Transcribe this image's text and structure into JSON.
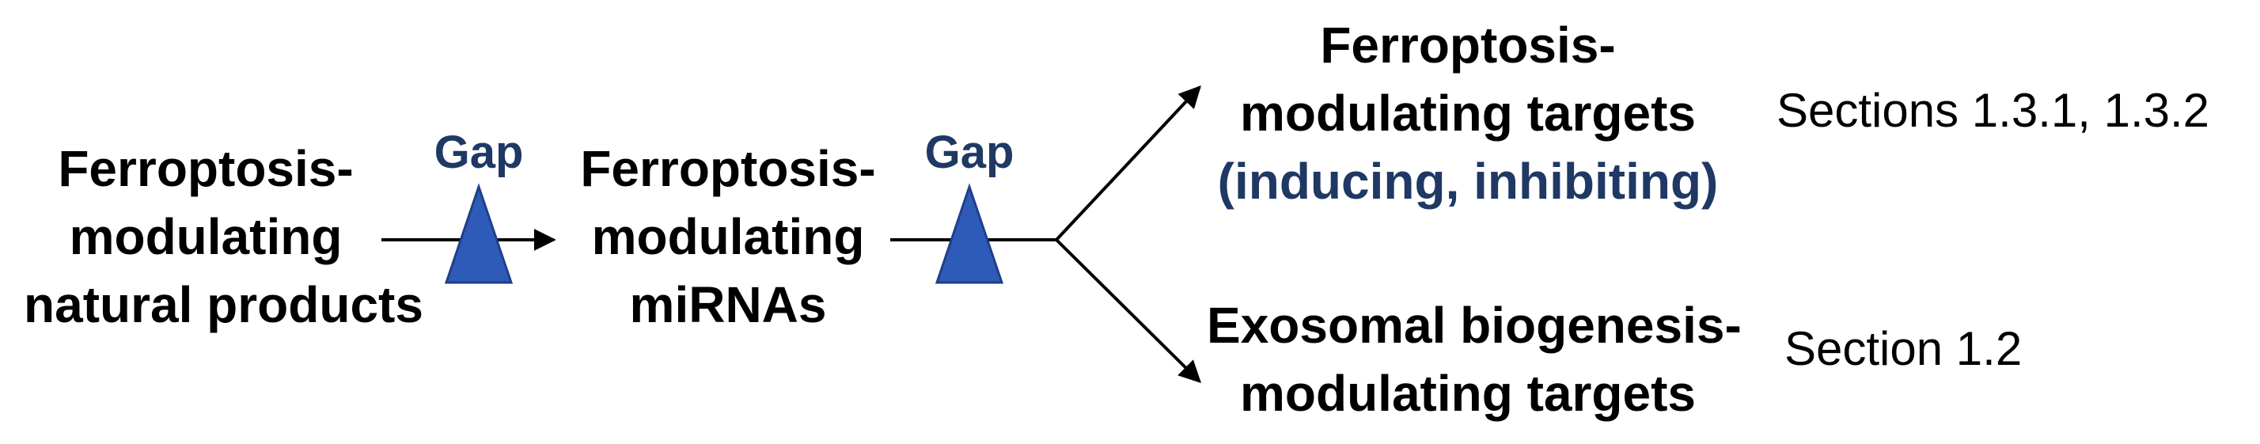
{
  "diagram": {
    "nodes": {
      "natural_products": {
        "lines": [
          "Ferroptosis-",
          "modulating",
          "natural products"
        ]
      },
      "mirnas": {
        "lines": [
          "Ferroptosis-",
          "modulating",
          "miRNAs"
        ]
      },
      "ferroptosis_targets": {
        "lines": [
          "Ferroptosis-",
          "modulating targets"
        ],
        "sub": "(inducing, inhibiting)"
      },
      "exosomal_targets": {
        "lines": [
          "Exosomal biogenesis-",
          "modulating targets"
        ]
      }
    },
    "gaps": {
      "gap1": "Gap",
      "gap2": "Gap"
    },
    "sections": {
      "ferroptosis_targets": "Sections 1.3.1, 1.3.2",
      "exosomal_targets": "Section 1.2"
    },
    "colors": {
      "text": "#000000",
      "accent_text": "#1f3864",
      "triangle_fill": "#2e5ab8",
      "triangle_stroke": "#1f3f8a",
      "arrow": "#000000"
    }
  }
}
